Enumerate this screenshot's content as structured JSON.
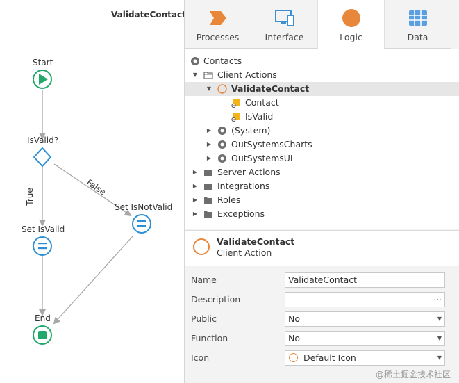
{
  "canvas": {
    "title": "ValidateContact",
    "nodes": {
      "start": "Start",
      "if": "IsValid?",
      "set_valid": "Set IsValid",
      "set_not_valid": "Set IsNotValid",
      "end": "End"
    },
    "edges": {
      "true_label": "True",
      "false_label": "False"
    }
  },
  "tabs": [
    {
      "label": "Processes",
      "icon": "processes-icon"
    },
    {
      "label": "Interface",
      "icon": "interface-icon"
    },
    {
      "label": "Logic",
      "icon": "logic-icon",
      "active": true
    },
    {
      "label": "Data",
      "icon": "data-icon"
    }
  ],
  "tree": {
    "contacts": "Contacts",
    "client_actions": "Client Actions",
    "validate_contact": "ValidateContact",
    "contact_param": "Contact",
    "isvalid_param": "IsValid",
    "system": "(System)",
    "outsystems_charts": "OutSystemsCharts",
    "outsystems_ui": "OutSystemsUI",
    "server_actions": "Server Actions",
    "integrations": "Integrations",
    "roles": "Roles",
    "exceptions": "Exceptions"
  },
  "properties_header": {
    "title": "ValidateContact",
    "subtitle": "Client Action"
  },
  "properties": {
    "name": {
      "label": "Name",
      "value": "ValidateContact"
    },
    "description": {
      "label": "Description",
      "value": "",
      "button": "..."
    },
    "public": {
      "label": "Public",
      "value": "No"
    },
    "function": {
      "label": "Function",
      "value": "No"
    },
    "icon": {
      "label": "Icon",
      "value": "Default Icon"
    }
  },
  "watermark": "@稀土掘金技术社区",
  "colors": {
    "start_green": "#23a86b",
    "node_blue": "#2d8fd5",
    "accent_orange": "#e8863a",
    "selection_gray": "#e6e6e6"
  }
}
